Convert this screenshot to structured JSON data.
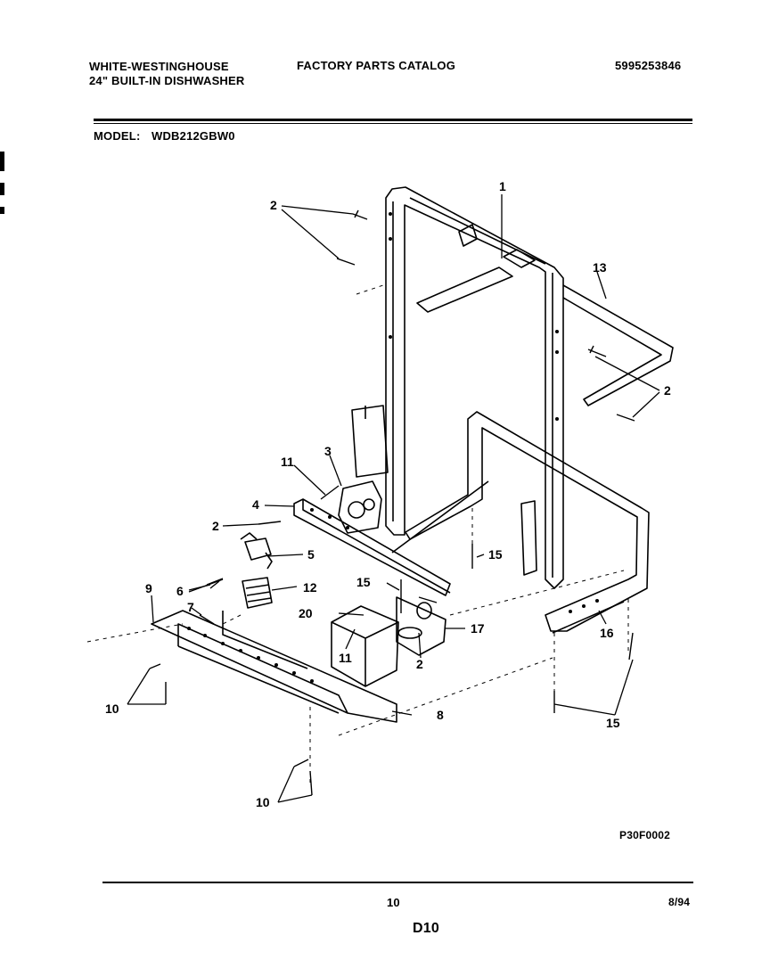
{
  "header": {
    "brand": "WHITE-WESTINGHOUSE",
    "product": "24\" BUILT-IN DISHWASHER",
    "catalog_title": "FACTORY PARTS CATALOG",
    "catalog_number": "5995253846"
  },
  "model": {
    "label": "MODEL:",
    "value": "WDB212GBW0"
  },
  "diagram": {
    "figure_code": "P30F0002",
    "callouts": {
      "c1": "1",
      "c2a": "2",
      "c2b": "2",
      "c2c": "2",
      "c2d": "2",
      "c3": "3",
      "c4": "4",
      "c5": "5",
      "c6": "6",
      "c7": "7",
      "c8": "8",
      "c9": "9",
      "c10a": "10",
      "c10b": "10",
      "c11a": "11",
      "c11b": "11",
      "c12": "12",
      "c13": "13",
      "c15a": "15",
      "c15b": "15",
      "c15c": "15",
      "c16": "16",
      "c17": "17",
      "c20": "20"
    }
  },
  "footer": {
    "page_number": "10",
    "date": "8/94",
    "section_code": "D10"
  }
}
